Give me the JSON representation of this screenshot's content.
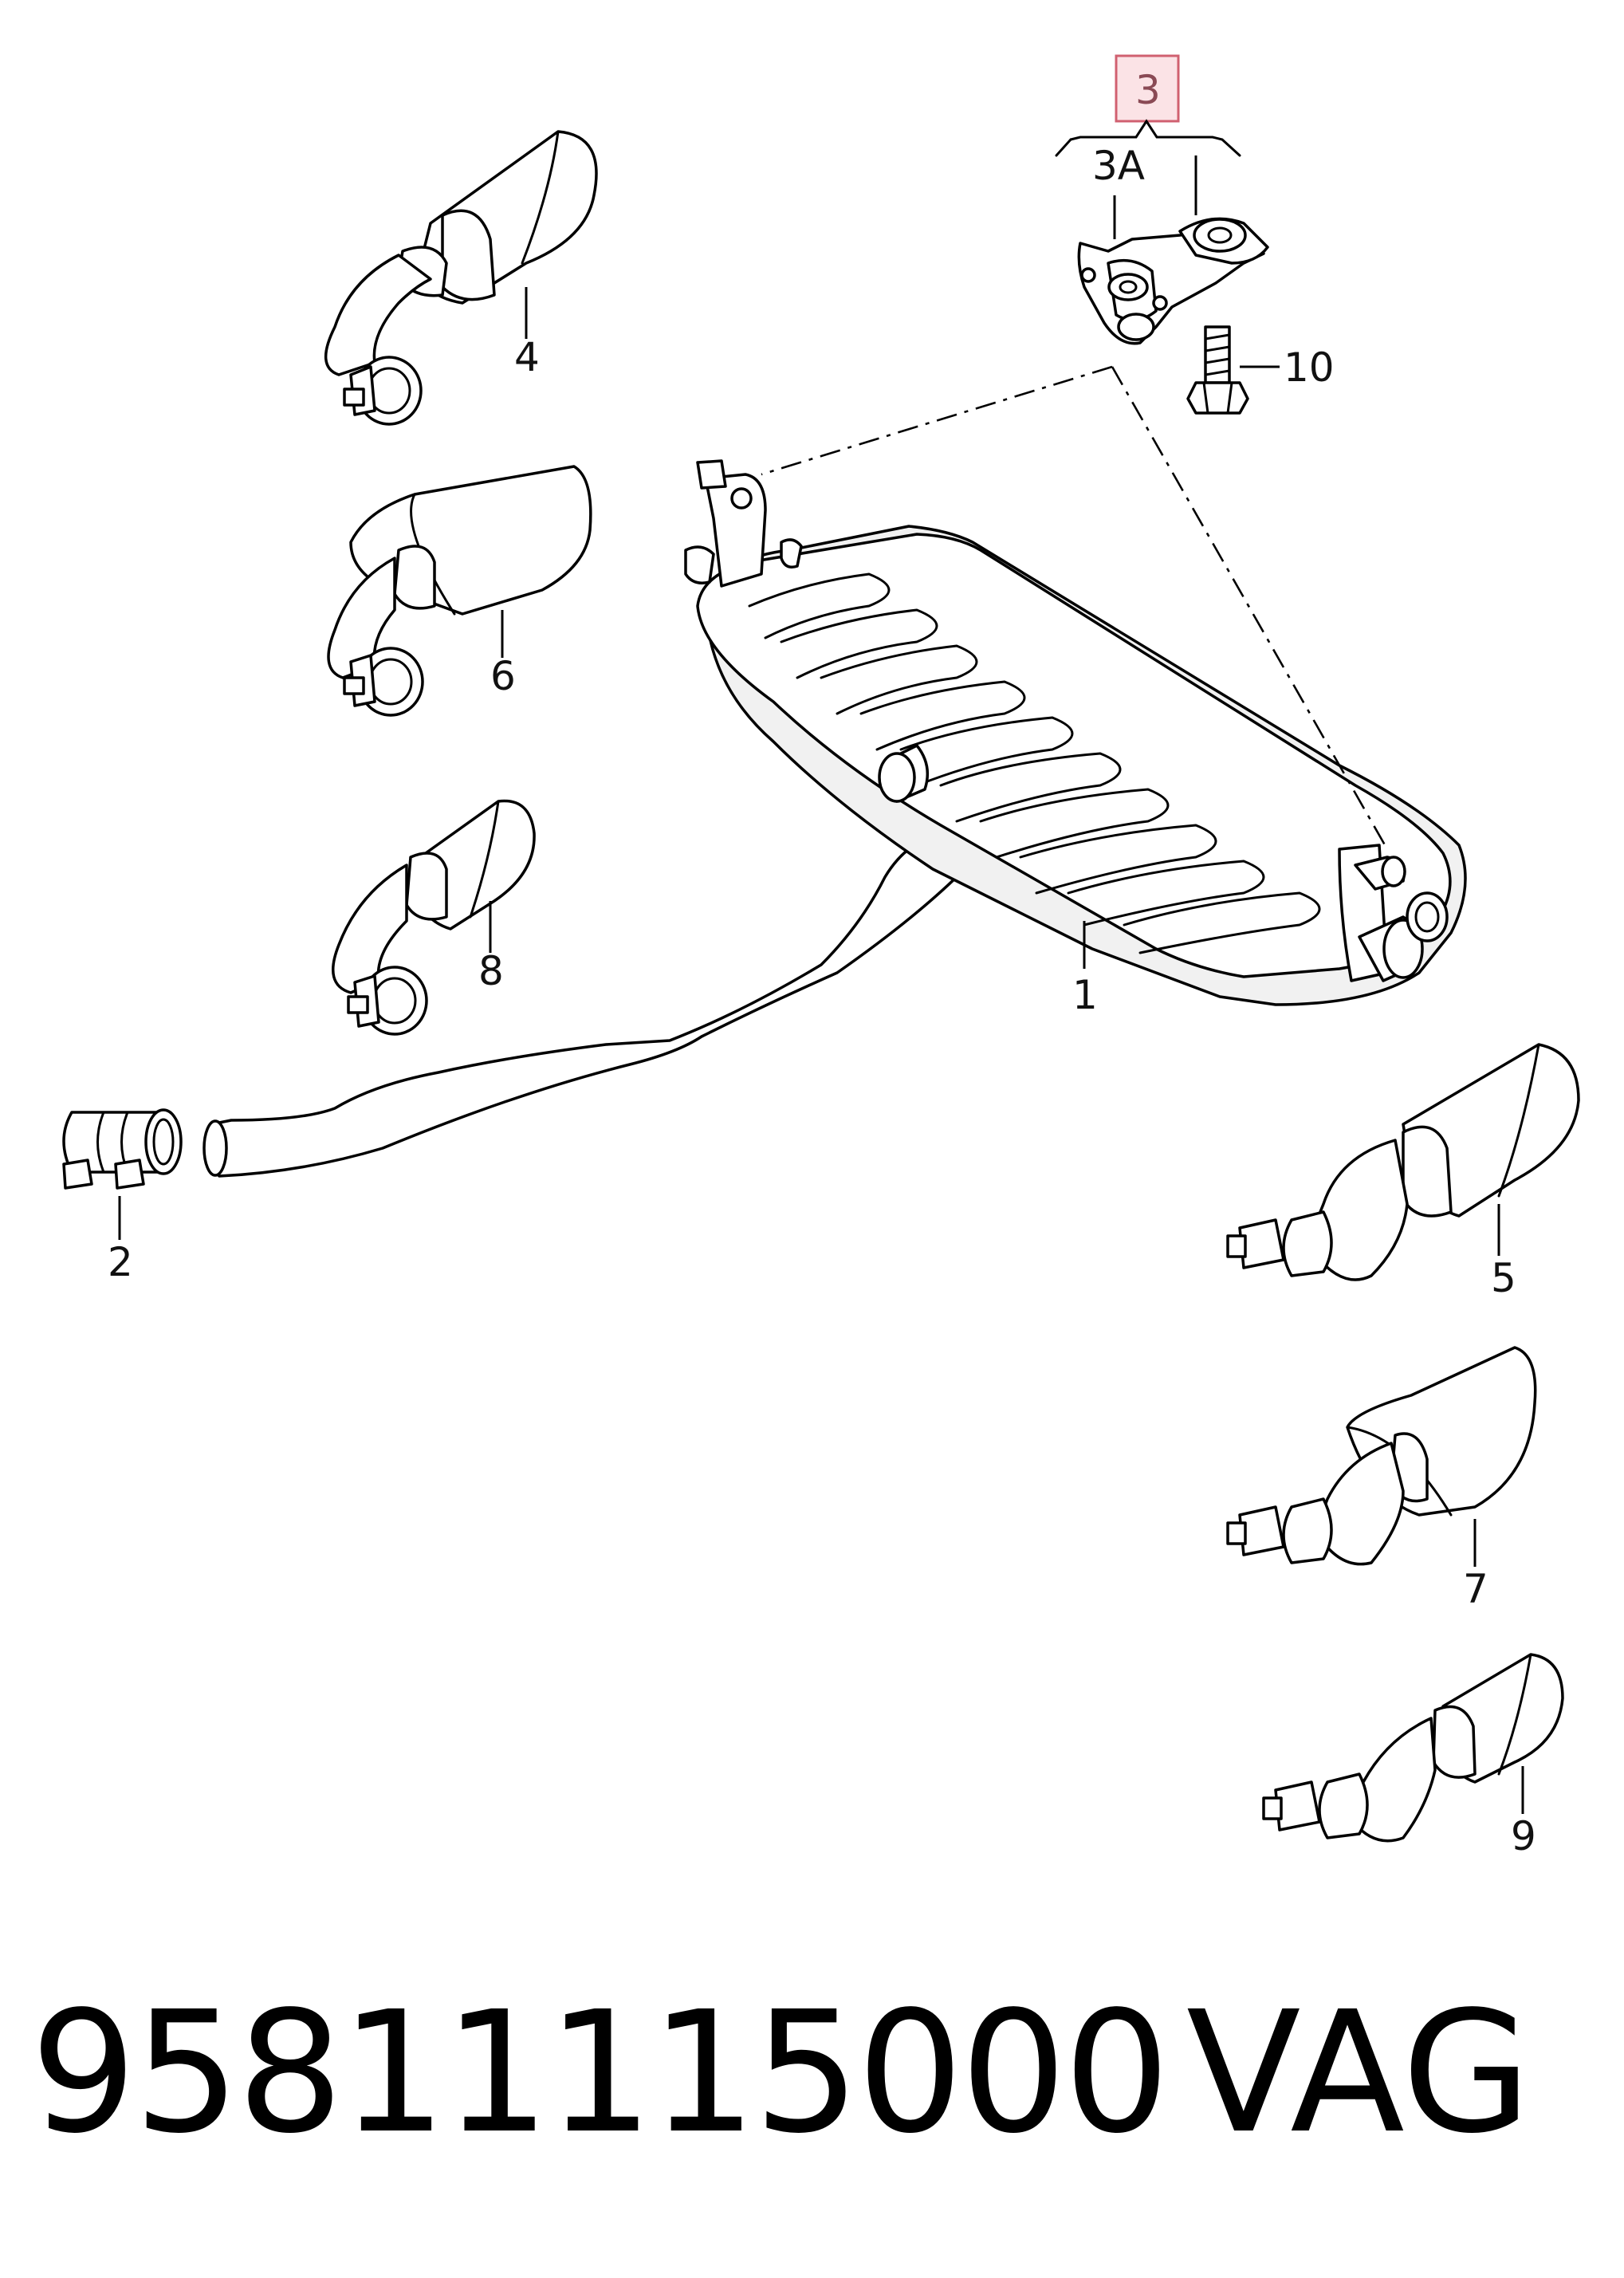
{
  "callouts": {
    "c1": "1",
    "c2": "2",
    "c3": "3",
    "c3a": "3A",
    "c4": "4",
    "c5": "5",
    "c6": "6",
    "c7": "7",
    "c8": "8",
    "c9": "9",
    "c10": "10"
  },
  "highlight": {
    "callout": "3",
    "border_color": "#d06070",
    "fill_color": "#fbe3e6"
  },
  "footer": {
    "part_number": "95811115000",
    "brand": "VAG"
  }
}
